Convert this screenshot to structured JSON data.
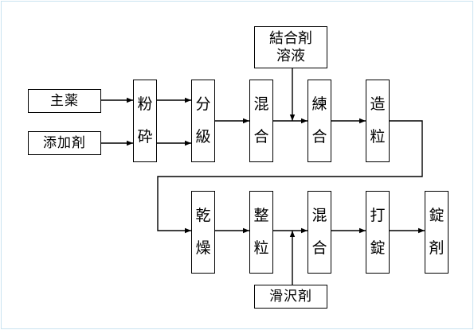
{
  "inputs": {
    "main_drug": "主薬",
    "additive": "添加剤",
    "binder": [
      "結合剤",
      "溶液"
    ],
    "lubricant": "滑沢剤"
  },
  "row1": [
    [
      "粉",
      "砕"
    ],
    [
      "分",
      "級"
    ],
    [
      "混",
      "合"
    ],
    [
      "練",
      "合"
    ],
    [
      "造",
      "粒"
    ]
  ],
  "row2": [
    [
      "乾",
      "燥"
    ],
    [
      "整",
      "粒"
    ],
    [
      "混",
      "合"
    ],
    [
      "打",
      "錠"
    ],
    [
      "錠",
      "剤"
    ]
  ]
}
